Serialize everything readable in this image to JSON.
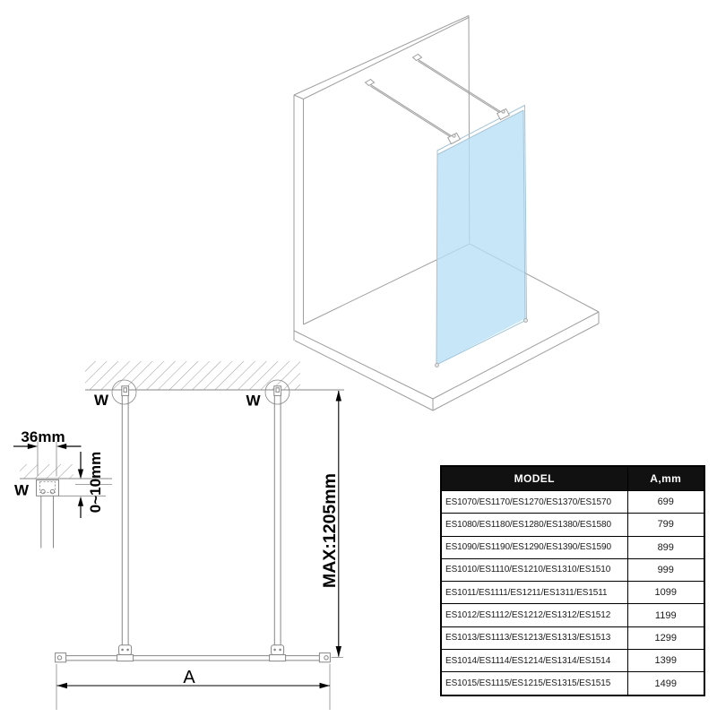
{
  "drawing": {
    "labels": {
      "bracket_width": "36mm",
      "adjustment_range": "0~10mm",
      "max_length": "MAX:1205mm",
      "glass_width": "A",
      "wall_marker": "W"
    },
    "colors": {
      "glass_fill": "#c9e8f8",
      "drawing_line": "#878787",
      "iso_line": "#9e9e9e",
      "dimension": "#000000"
    }
  },
  "table": {
    "headers": {
      "model": "MODEL",
      "a_mm": "A,mm"
    },
    "rows": [
      {
        "model": "ES1070/ES1170/ES1270/ES1370/ES1570",
        "a_mm": "699"
      },
      {
        "model": "ES1080/ES1180/ES1280/ES1380/ES1580",
        "a_mm": "799"
      },
      {
        "model": "ES1090/ES1190/ES1290/ES1390/ES1590",
        "a_mm": "899"
      },
      {
        "model": "ES1010/ES1110/ES1210/ES1310/ES1510",
        "a_mm": "999"
      },
      {
        "model": "ES1011/ES1111/ES1211/ES1311/ES1511",
        "a_mm": "1099"
      },
      {
        "model": "ES1012/ES1112/ES1212/ES1312/ES1512",
        "a_mm": "1199"
      },
      {
        "model": "ES1013/ES1113/ES1213/ES1313/ES1513",
        "a_mm": "1299"
      },
      {
        "model": "ES1014/ES1114/ES1214/ES1314/ES1514",
        "a_mm": "1399"
      },
      {
        "model": "ES1015/ES1115/ES1215/ES1315/ES1515",
        "a_mm": "1499"
      }
    ]
  }
}
